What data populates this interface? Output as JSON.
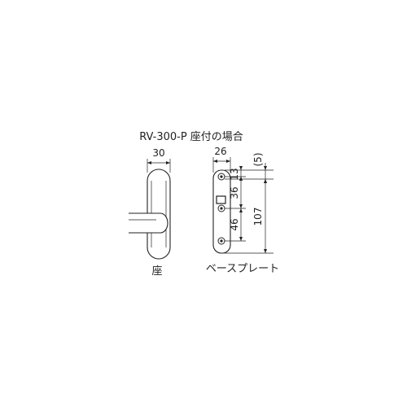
{
  "title": "RV-300-P 座付の場合",
  "left_view": {
    "width_dim": "30",
    "caption": "座"
  },
  "right_view": {
    "width_dim": "26",
    "dim_top": "13",
    "dim_mid": "36",
    "dim_bottom": "46",
    "dim_total": "107",
    "dim_offset": "(5)",
    "caption": "ベースプレート"
  }
}
